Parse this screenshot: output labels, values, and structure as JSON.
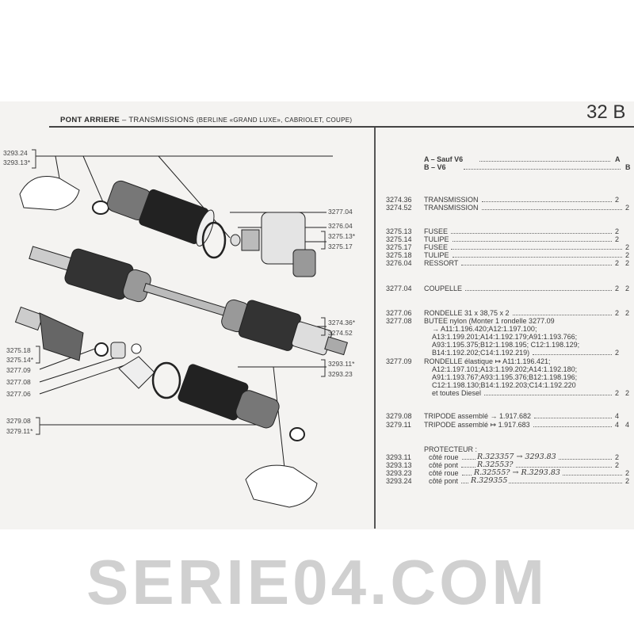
{
  "header": {
    "title_main": "PONT ARRIERE",
    "title_sep": " – TRANSMISSIONS ",
    "title_sub": "(BERLINE «GRAND LUXE», CABRIOLET, COUPE)",
    "page_code": "32 B"
  },
  "legend": [
    {
      "text": "A – Sauf V6",
      "code": "A"
    },
    {
      "text": "B – V6",
      "code": "B"
    }
  ],
  "parts": [
    {
      "ref": "3274.36",
      "desc": "TRANSMISSION",
      "qa": "2",
      "qb": ""
    },
    {
      "ref": "3274.52",
      "desc": "TRANSMISSION",
      "qa": "",
      "qb": "2"
    },
    {
      "ref": "3275.13",
      "desc": "FUSEE",
      "qa": "2",
      "qb": ""
    },
    {
      "ref": "3275.14",
      "desc": "TULIPE",
      "qa": "2",
      "qb": ""
    },
    {
      "ref": "3275.17",
      "desc": "FUSEE",
      "qa": "",
      "qb": "2"
    },
    {
      "ref": "3275.18",
      "desc": "TULIPE",
      "qa": "",
      "qb": "2"
    },
    {
      "ref": "3276.04",
      "desc": "RESSORT",
      "qa": "2",
      "qb": "2"
    },
    {
      "ref": "3277.04",
      "desc": "COUPELLE",
      "qa": "2",
      "qb": "2"
    },
    {
      "ref": "3277.06",
      "desc": "RONDELLE 31 x 38,75 x 2",
      "qa": "2",
      "qb": "2"
    },
    {
      "ref": "3277.08",
      "desc_lines": [
        "BUTEE nylon (Monter 1 rondelle 3277.09",
        "→ A11:1.196.420;A12:1.197.100;",
        "A13:1.199.201;A14:1.192.179;A91:1.193.766;",
        "A93:1.195.375;B12:1.198.195; C12:1.198.129;",
        "B14:1.192.202;C14:1.192.219)"
      ],
      "qa": "2",
      "qb": ""
    },
    {
      "ref": "3277.09",
      "desc_lines": [
        "RONDELLE élastique ↦ A11:1.196.421;",
        "A12:1.197.101;A13:1.199.202;A14:1.192.180;",
        "A91:1.193.767;A93:1.195.376;B12:1.198.196;",
        "C12:1.198.130;B14:1.192.203;C14:1.192.220",
        "et toutes Diesel"
      ],
      "qa": "2",
      "qb": "2"
    },
    {
      "ref": "3279.08",
      "desc": "TRIPODE assemblé → 1.917.682",
      "qa": "4",
      "qb": ""
    },
    {
      "ref": "3279.11",
      "desc": "TRIPODE assemblé ↦ 1.917.683",
      "qa": "4",
      "qb": "4"
    }
  ],
  "protecteur": {
    "heading": "PROTECTEUR :",
    "items": [
      {
        "ref": "3293.11",
        "desc": "côté roue",
        "qa": "2",
        "qb": "",
        "note": "R.323357 → 3293.83"
      },
      {
        "ref": "3293.13",
        "desc": "côté pont",
        "qa": "2",
        "qb": "",
        "note": "R.32553?"
      },
      {
        "ref": "3293.23",
        "desc": "côté roue",
        "qa": "",
        "qb": "2",
        "note": "R.32555? → R.3293.83"
      },
      {
        "ref": "3293.24",
        "desc": "côté pont",
        "qa": "",
        "qb": "2",
        "note": "R.329355"
      }
    ]
  },
  "diagram_labels": {
    "l1": "3293.24",
    "l2": "3293.13*",
    "r1": "3277.04",
    "r2": "3276.04",
    "r3": "3275.13*",
    "r4": "3275.17",
    "r5": "3274.36*",
    "r6": "3274.52",
    "r7": "3293.11*",
    "r8": "3293.23",
    "l3": "3275.18",
    "l4": "3275.14*",
    "l5": "3277.09",
    "l6": "3277.08",
    "l7": "3277.06",
    "l8": "3279.08",
    "l9": "3279.11*"
  },
  "watermark": "SERIE04.COM"
}
